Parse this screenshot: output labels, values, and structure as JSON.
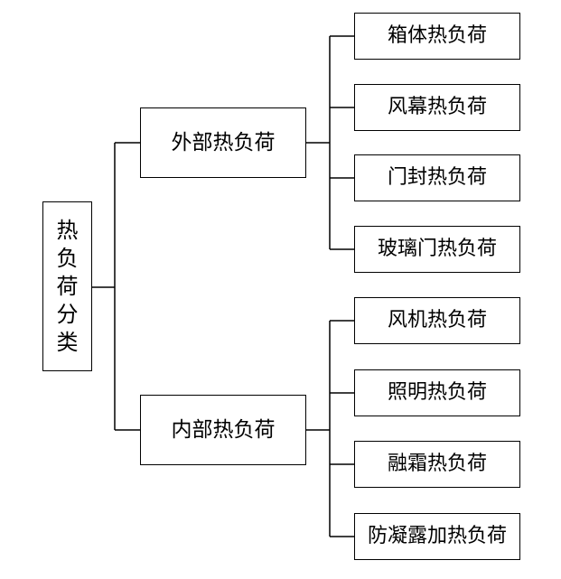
{
  "root": {
    "label": "热负荷分类"
  },
  "branches": [
    {
      "label": "外部热负荷",
      "children": [
        "箱体热负荷",
        "风幕热负荷",
        "门封热负荷",
        "玻璃门热负荷"
      ]
    },
    {
      "label": "内部热负荷",
      "children": [
        "风机热负荷",
        "照明热负荷",
        "融霜热负荷",
        "防凝露加热负荷"
      ]
    }
  ],
  "colors": {
    "line": "#000000",
    "box_border": "#000000",
    "background": "#ffffff"
  }
}
